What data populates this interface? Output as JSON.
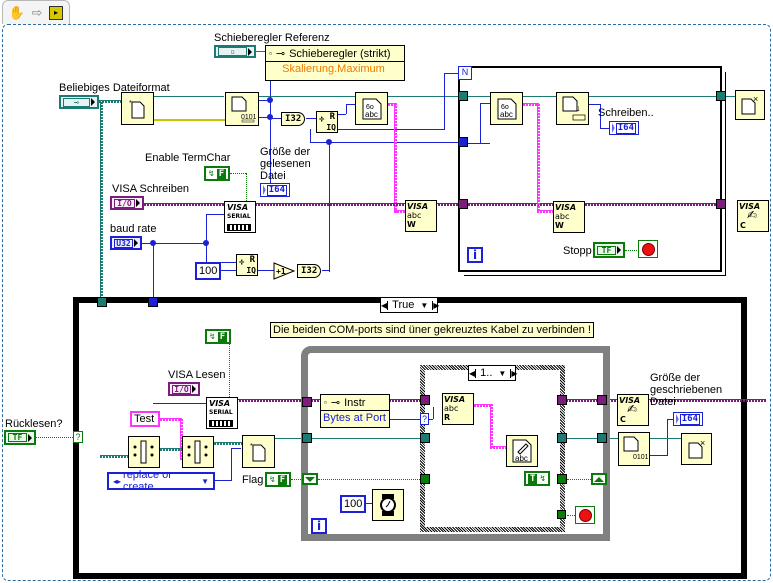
{
  "palette": {
    "tools": [
      {
        "name": "hand-tool",
        "icon": "hand-icon"
      },
      {
        "name": "forward-arrow",
        "icon": "arrow-right-icon"
      },
      {
        "name": "run-vi",
        "icon": "vi-icon"
      }
    ]
  },
  "labels": {
    "slider_ref": "Schieberegler Referenz",
    "any_file_format": "Beliebiges Dateiformat",
    "enable_termchar": "Enable TermChar",
    "visa_write": "VISA Schreiben",
    "baud_rate": "baud rate",
    "size_read_file": "Größe der\ngelesenen\nDatei",
    "write_progress": "Schreiben..",
    "stop": "Stopp",
    "visa_read": "VISA Lesen",
    "test": "Test",
    "readback": "Rücklesen?",
    "flag": "Flag",
    "size_written_file": "Größe der\ngeschriebenen\nDatei"
  },
  "property_nodes": {
    "slider": {
      "class": "Schieberegler (strikt)",
      "property": "Skalierung.Maximum"
    },
    "instr": {
      "class": "Instr",
      "property": "Bytes at Port"
    }
  },
  "constants": {
    "hundred_a": "100",
    "hundred_b": "100",
    "plus_one": "+1",
    "enum_mode": "replace or create"
  },
  "types": {
    "i32": "I32",
    "i64": "I64",
    "u32": "U32",
    "io": "I/O",
    "tf": "TF",
    "f": "F",
    "t": "T",
    "visa": "VISA",
    "serial": "SERIAL",
    "abc": "abc",
    "iq_r": "R",
    "iq_q": "IQ",
    "visa_w": "W",
    "visa_r": "R",
    "visa_c": "C",
    "bin": "0101"
  },
  "case_structure": {
    "selector": "True",
    "comment": "Die beiden COM-ports sind üner gekreuztes Kabel zu verbinden !"
  },
  "inner_case": {
    "selector": "1.."
  },
  "loop_iter": "i",
  "colors": {
    "teal": "#1b7a72",
    "blue": "#1a21d6",
    "purple": "#7b1e7b",
    "pink": "#ff33ff",
    "green": "#0a7a0a",
    "node_bg": "#ffffcc",
    "frame": "#2b6a9e"
  }
}
